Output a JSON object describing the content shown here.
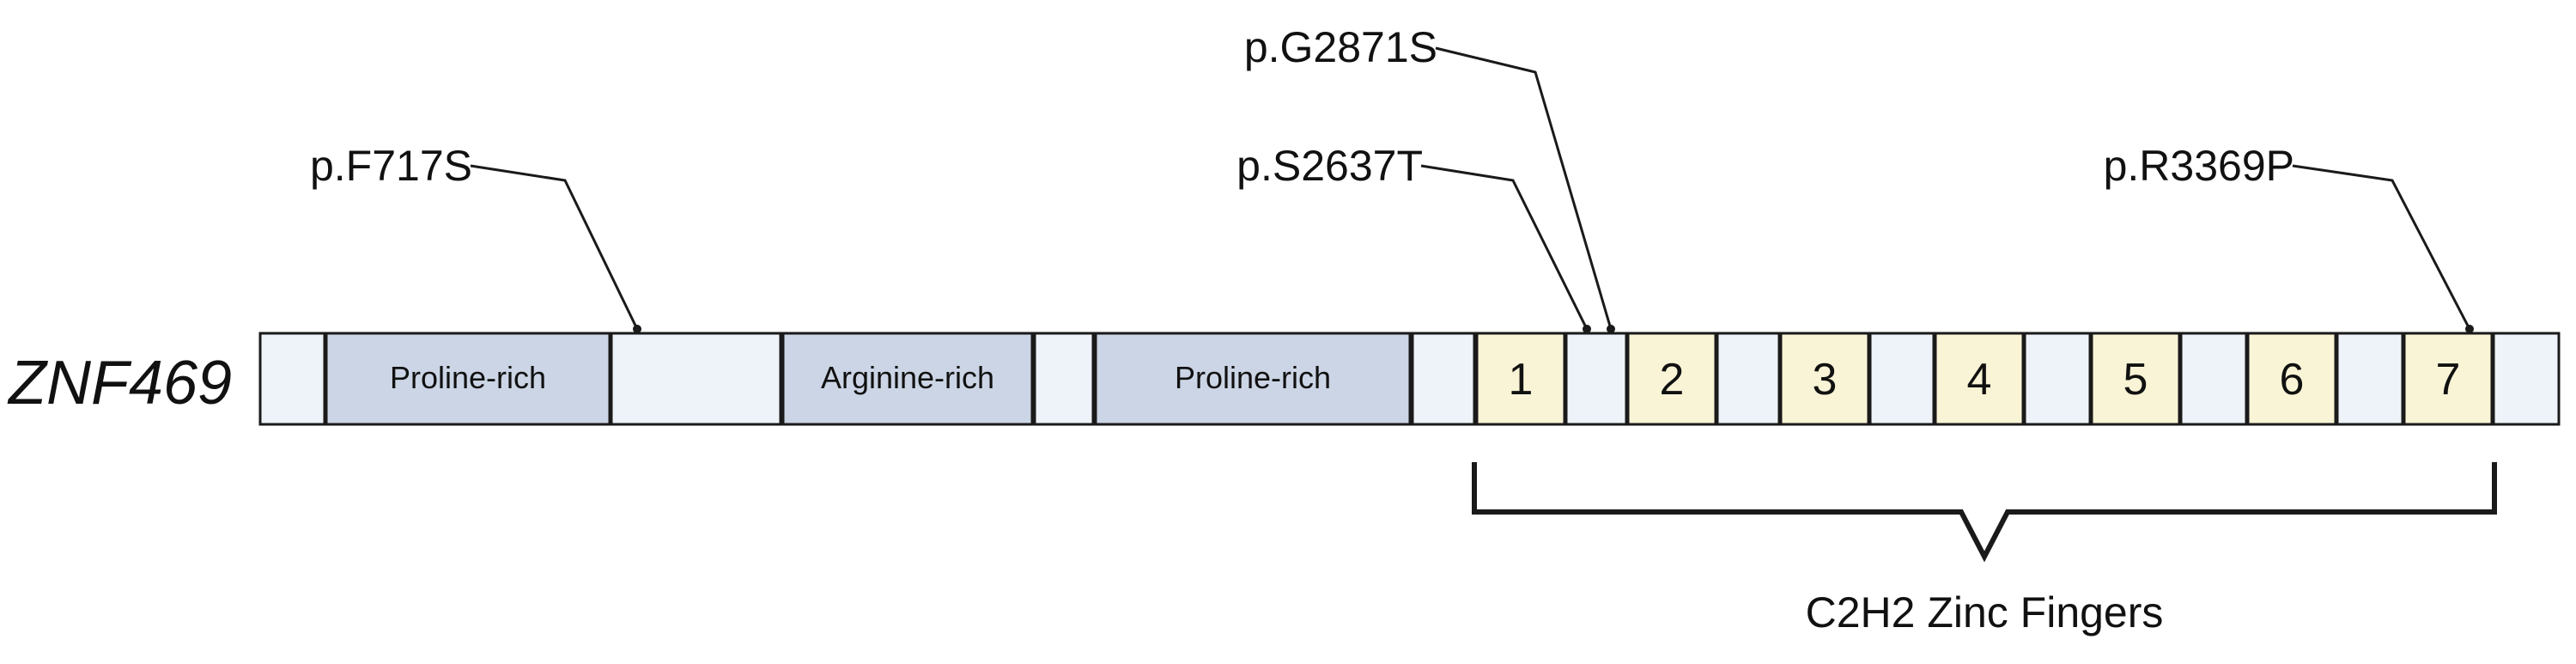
{
  "gene_name": "ZNF469",
  "domains": [
    {
      "label": "Proline-rich"
    },
    {
      "label": "Arginine-rich"
    },
    {
      "label": "Proline-rich"
    }
  ],
  "zinc_fingers": [
    "1",
    "2",
    "3",
    "4",
    "5",
    "6",
    "7"
  ],
  "mutations": [
    "p.F717S",
    "p.S2637T",
    "p.G2871S",
    "p.R3369P"
  ],
  "bracket_label": "C2H2 Zinc Fingers",
  "colors": {
    "spacer_fill": "#eef3f9",
    "domain_fill": "#cbd5e5",
    "zinc_finger_fill": "#f9f4d6",
    "outline": "#1a1a1a"
  }
}
